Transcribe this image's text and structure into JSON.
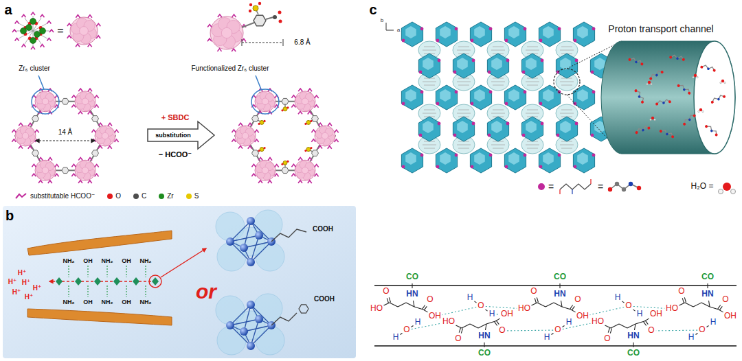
{
  "diagram": {
    "labels": [
      "a",
      "Zr₆ cluster",
      "=",
      "Functionalized Zr₆ cluster",
      "6.8 Å",
      "14 Å",
      "+ SBDC",
      "substitution",
      "− HCOO⁻",
      "b",
      "H⁺",
      "H⁺",
      "H⁺",
      "H⁺",
      "H⁺",
      "H⁺",
      "NH₂",
      "OH",
      "NH₂",
      "OH",
      "NH₂",
      "NH₂",
      "OH",
      "NH₂",
      "OH",
      "NH₂",
      "COOH",
      "or",
      "COOH",
      "c",
      "b",
      "a",
      "Proton transport channel",
      "=",
      "=",
      "H₂O =",
      "CO",
      "HN",
      "CO",
      "HN",
      "CO",
      "HN",
      "O",
      "HO",
      "O",
      "OH",
      "O",
      "HO",
      "O",
      "OH",
      "O",
      "HO",
      "O",
      "OH",
      "H",
      "H",
      "O",
      "H",
      "H",
      "O",
      "HO",
      "OH",
      "O",
      "O",
      "HO",
      "OH",
      "O",
      "O",
      "O",
      "H",
      "H",
      "O",
      "H",
      "H",
      "O",
      "H",
      "H",
      "HN",
      "CO",
      "HN",
      "CO"
    ],
    "legend": [
      {
        "text": "substitutable HCOO⁻"
      },
      {
        "text": "O",
        "color": "#e41a1c"
      },
      {
        "text": "C",
        "color": "#4d4d4d"
      },
      {
        "text": "Zr",
        "color": "#1e8c1e"
      },
      {
        "text": "S",
        "color": "#e6c800"
      }
    ]
  }
}
